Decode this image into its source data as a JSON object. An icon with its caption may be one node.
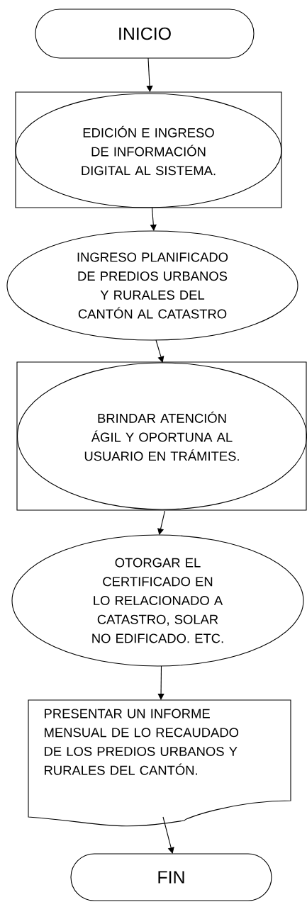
{
  "diagram": {
    "nodes": [
      {
        "text": [
          "INICIO"
        ]
      },
      {
        "text": [],
        "shape": "box"
      },
      {
        "text": [
          "EDICIÓN E INGRESO DE INFORMACIÓN DIGITAL AL SISTEMA."
        ],
        "in": 1
      },
      {
        "text": [
          "INGRESO PLANIFICADO DE PREDIOS URBANOS Y RURALES DEL CANTÓN AL CATASTRO"
        ]
      },
      {
        "text": [],
        "shape": "box"
      },
      {
        "text": [
          "BRINDAR ATENCIÓN ÁGIL Y OPORTUNA AL USUARIO EN TRÁMITES."
        ],
        "in": 4
      },
      {
        "text": [
          "OTORGAR  EL CERTIFICADO EN LO RELACIONADO A CATASTRO, SOLAR NO EDIFICADO. ETC."
        ]
      },
      {
        "text": [
          "PRESENTAR UN INFORME MENSUAL DE LO RECAUDADO DE LOS PREDIOS URBANOS Y RURALES DEL CANTÓN."
        ]
      },
      {
        "text": [
          "FIN"
        ]
      }
    ],
    "edges": [
      {
        "from": 0,
        "to": 1,
        "arrow": "to"
      },
      {
        "from": 1,
        "to": 3,
        "arrow": "to"
      },
      {
        "from": 3,
        "to": 4,
        "arrow": "to"
      },
      {
        "from": 4,
        "to": 6,
        "arrow": "to"
      },
      {
        "from": 6,
        "to": 7,
        "arrow": "to"
      },
      {
        "from": 7,
        "to": 8,
        "arrow": "to"
      }
    ]
  }
}
